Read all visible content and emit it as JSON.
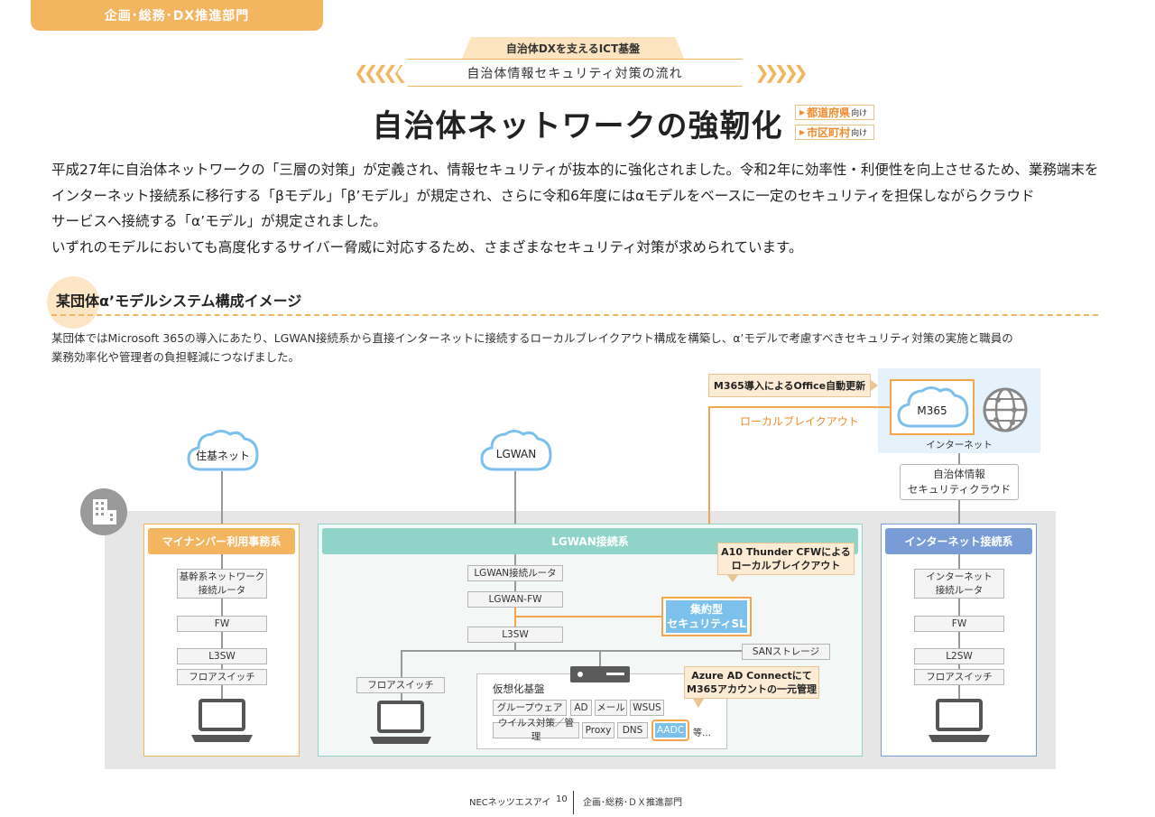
{
  "header": {
    "dept_tab": "企画･総務･DX推進部門",
    "series_label": "自治体DXを支えるICT基盤",
    "flow_label": "自治体情報セキュリティ対策の流れ",
    "title": "自治体ネットワークの強靭化",
    "targets": [
      {
        "name": "都道府県",
        "suffix": "向け"
      },
      {
        "name": "市区町村",
        "suffix": "向け"
      }
    ]
  },
  "intro": {
    "lines": [
      "平成27年に自治体ネットワークの「三層の対策」が定義され、情報セキュリティが抜本的に強化されました。令和2年に効率性・利便性を向上させるため、業務端末を",
      "インターネット接続系に移行する「βモデル」「β’モデル」が規定され、さらに令和6年度にはαモデルをベースに一定のセキュリティを担保しながらクラウド",
      "サービスへ接続する「α’モデル」が規定されました。",
      "いずれのモデルにおいても高度化するサイバー脅威に対応するため、さまざまなセキュリティ対策が求められています。"
    ]
  },
  "section": {
    "title": "某団体α’モデルシステム構成イメージ",
    "desc_lines": [
      "某団体ではMicrosoft 365の導入にあたり、LGWAN接続系から直接インターネットに接続するローカルブレイクアウト構成を構築し、α’モデルで考慮すべきセキュリティ対策の実施と職員の",
      "業務効率化や管理者の負担軽減につなげました。"
    ]
  },
  "diagram": {
    "clouds": {
      "juki": "住基ネット",
      "lgwan": "LGWAN",
      "m365": "M365",
      "internet_label": "インターネット"
    },
    "callouts": {
      "m365_update": "M365導入によるOffice自動更新",
      "local_breakout": "ローカルブレイクアウト",
      "a10": [
        "A10 Thunder CFWによる",
        "ローカルブレイクアウト"
      ],
      "azure": [
        "Azure AD Connectにて",
        "M365アカウントの一元管理"
      ]
    },
    "security_cloud": [
      "自治体情報",
      "セキュリティクラウド"
    ],
    "zones": {
      "mynumber": {
        "title": "マイナンバー利用事務系",
        "boxes": [
          [
            "基幹系ネットワーク",
            "接続ルータ"
          ],
          [
            "FW"
          ],
          [
            "L3SW"
          ],
          [
            "フロアスイッチ"
          ]
        ]
      },
      "lgwan": {
        "title": "LGWAN接続系",
        "boxes": [
          "LGWAN接続ルータ",
          "LGWAN-FW",
          "L3SW",
          "SANストレージ",
          "フロアスイッチ"
        ],
        "security_sl": [
          "集約型",
          "セキュリティSL"
        ],
        "virtual": {
          "title": "仮想化基盤",
          "row1": [
            "グループウェア",
            "AD",
            "メール",
            "WSUS"
          ],
          "row2": [
            "ウイルス対策／管理",
            "Proxy",
            "DNS",
            "AADC"
          ],
          "etc": "等…"
        }
      },
      "internet": {
        "title": "インターネット接続系",
        "boxes": [
          [
            "インターネット",
            "接続ルータ"
          ],
          [
            "FW"
          ],
          [
            "L2SW"
          ],
          [
            "フロアスイッチ"
          ]
        ]
      }
    }
  },
  "footer": {
    "company": "NECネッツエスアイ",
    "page": "10",
    "dept": "企画･総務･ＤＸ推進部門"
  },
  "colors": {
    "accent_orange": "#f3b560",
    "lgwan_teal": "#8fd3c9",
    "internet_blue": "#7a9cd6",
    "cloud_blue": "#7cc0ec"
  }
}
